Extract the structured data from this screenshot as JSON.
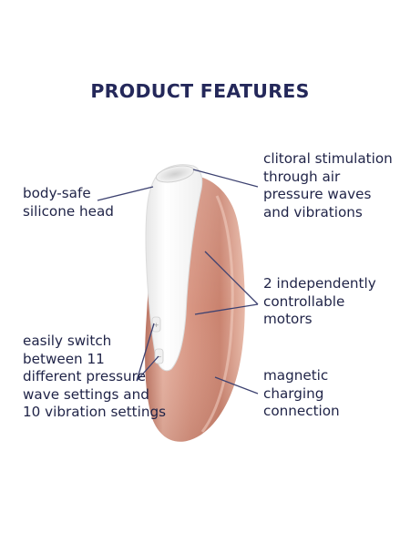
{
  "title": "PRODUCT FEATURES",
  "features": {
    "head": [
      "body-safe",
      "silicone head"
    ],
    "stimulation": [
      "clitoral stimulation",
      "through air",
      "pressure waves",
      "and vibrations"
    ],
    "motors": [
      "2 independently",
      "controllable",
      "motors"
    ],
    "switch": [
      "easily switch",
      "between 11",
      "different pressure",
      "wave settings and",
      "10 vibration settings"
    ],
    "charging": [
      "magnetic",
      "charging",
      "connection"
    ]
  },
  "colors": {
    "title": "#24285a",
    "text": "#1f2347",
    "body_copper": "#d99a84",
    "head_white": "#f7f7f7",
    "connector": "#3c4170"
  }
}
